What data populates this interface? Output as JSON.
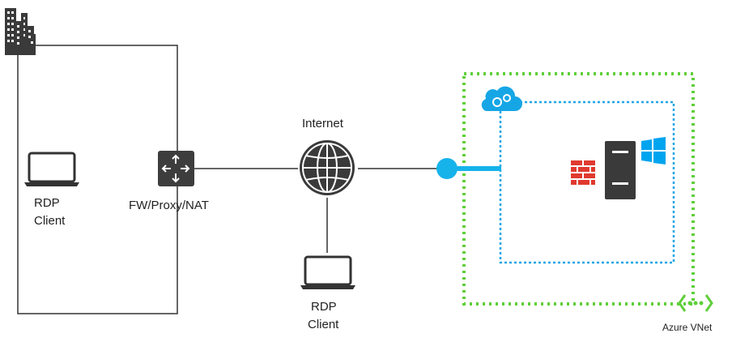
{
  "labels": {
    "rdp_client_left_line1": "RDP",
    "rdp_client_left_line2": "Client",
    "firewall": "FW/Proxy/NAT",
    "internet": "Internet",
    "rdp_client_bottom_line1": "RDP",
    "rdp_client_bottom_line2": "Client",
    "azure_vnet": "Azure VNet"
  },
  "icons": {
    "on_premises": "office-building-icon",
    "left_client": "laptop-icon",
    "firewall": "router-icon",
    "internet": "globe-icon",
    "bottom_client": "laptop-icon",
    "cloud_service": "cloud-gears-icon",
    "endpoint": "endpoint-icon",
    "vm_firewall": "brick-firewall-icon",
    "server": "server-icon",
    "windows": "windows-logo-icon",
    "vnet": "vnet-icon"
  },
  "colors": {
    "line": "#333333",
    "vnet_border": "#5fcf3a",
    "cloud_service_border": "#1fa6e6",
    "endpoint": "#16b3ea",
    "firewall_red": "#e03a2f",
    "windows_blue": "#00a4ef",
    "dark_icon": "#3a3a3a"
  }
}
